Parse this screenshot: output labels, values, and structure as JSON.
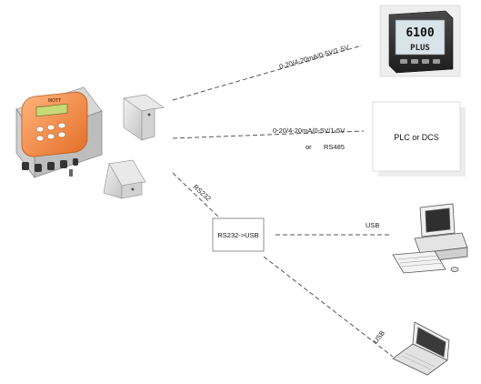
{
  "labels": {
    "analog_to_controller": "0-20/4-20mA/0-5V/1-5V",
    "analog_to_plc": "0-20/4-20mA/0-5V/1-5V",
    "or_text": "or",
    "rs485": "RS485",
    "rs232": "RS232",
    "usb_desktop": "USB",
    "usb_laptop": "USB"
  },
  "devices": {
    "plc_box": "PLC or DCS",
    "converter": "RS232->USB",
    "controller_display": "6100",
    "controller_sub": "PLUS",
    "transmitter_brand": "MOTT"
  },
  "colors": {
    "transmitter_body": "#f28a3c",
    "line": "#555555",
    "controller_body": "#2b2b2b",
    "controller_display": "#d9e4ea"
  }
}
